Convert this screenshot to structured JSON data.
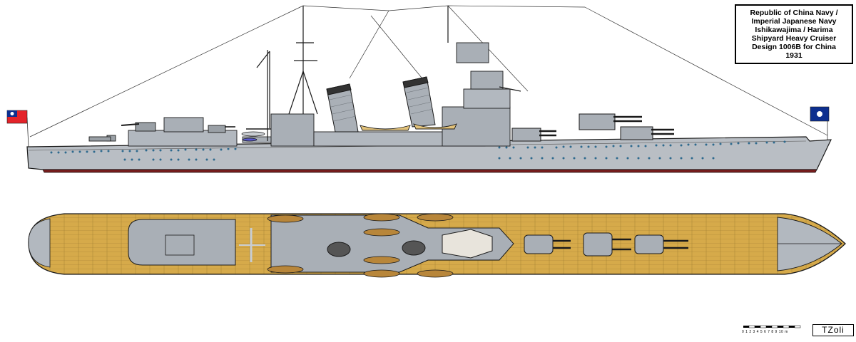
{
  "title_lines": [
    "Republic of China Navy /",
    "Imperial Japanese Navy",
    "Ishikawajima / Harima",
    "Shipyard Heavy Cruiser",
    "Design 1006B for China",
    "1931"
  ],
  "scale_bar": {
    "labels": "0 1 2 3 4 5 6 7 8 9 10 m"
  },
  "signature": "TZoli",
  "colors": {
    "hull_gray": "#b9bec4",
    "superstructure_gray": "#a9afb6",
    "deck_wood": "#d4a94a",
    "waterline_red": "#7a1c1c",
    "outline": "#1a1a1a",
    "flag_red": "#e4232a",
    "flag_blue": "#0d2f8f"
  },
  "icons": {
    "stern_flag": "roc-flag-icon",
    "jack": "roc-jack-icon"
  }
}
